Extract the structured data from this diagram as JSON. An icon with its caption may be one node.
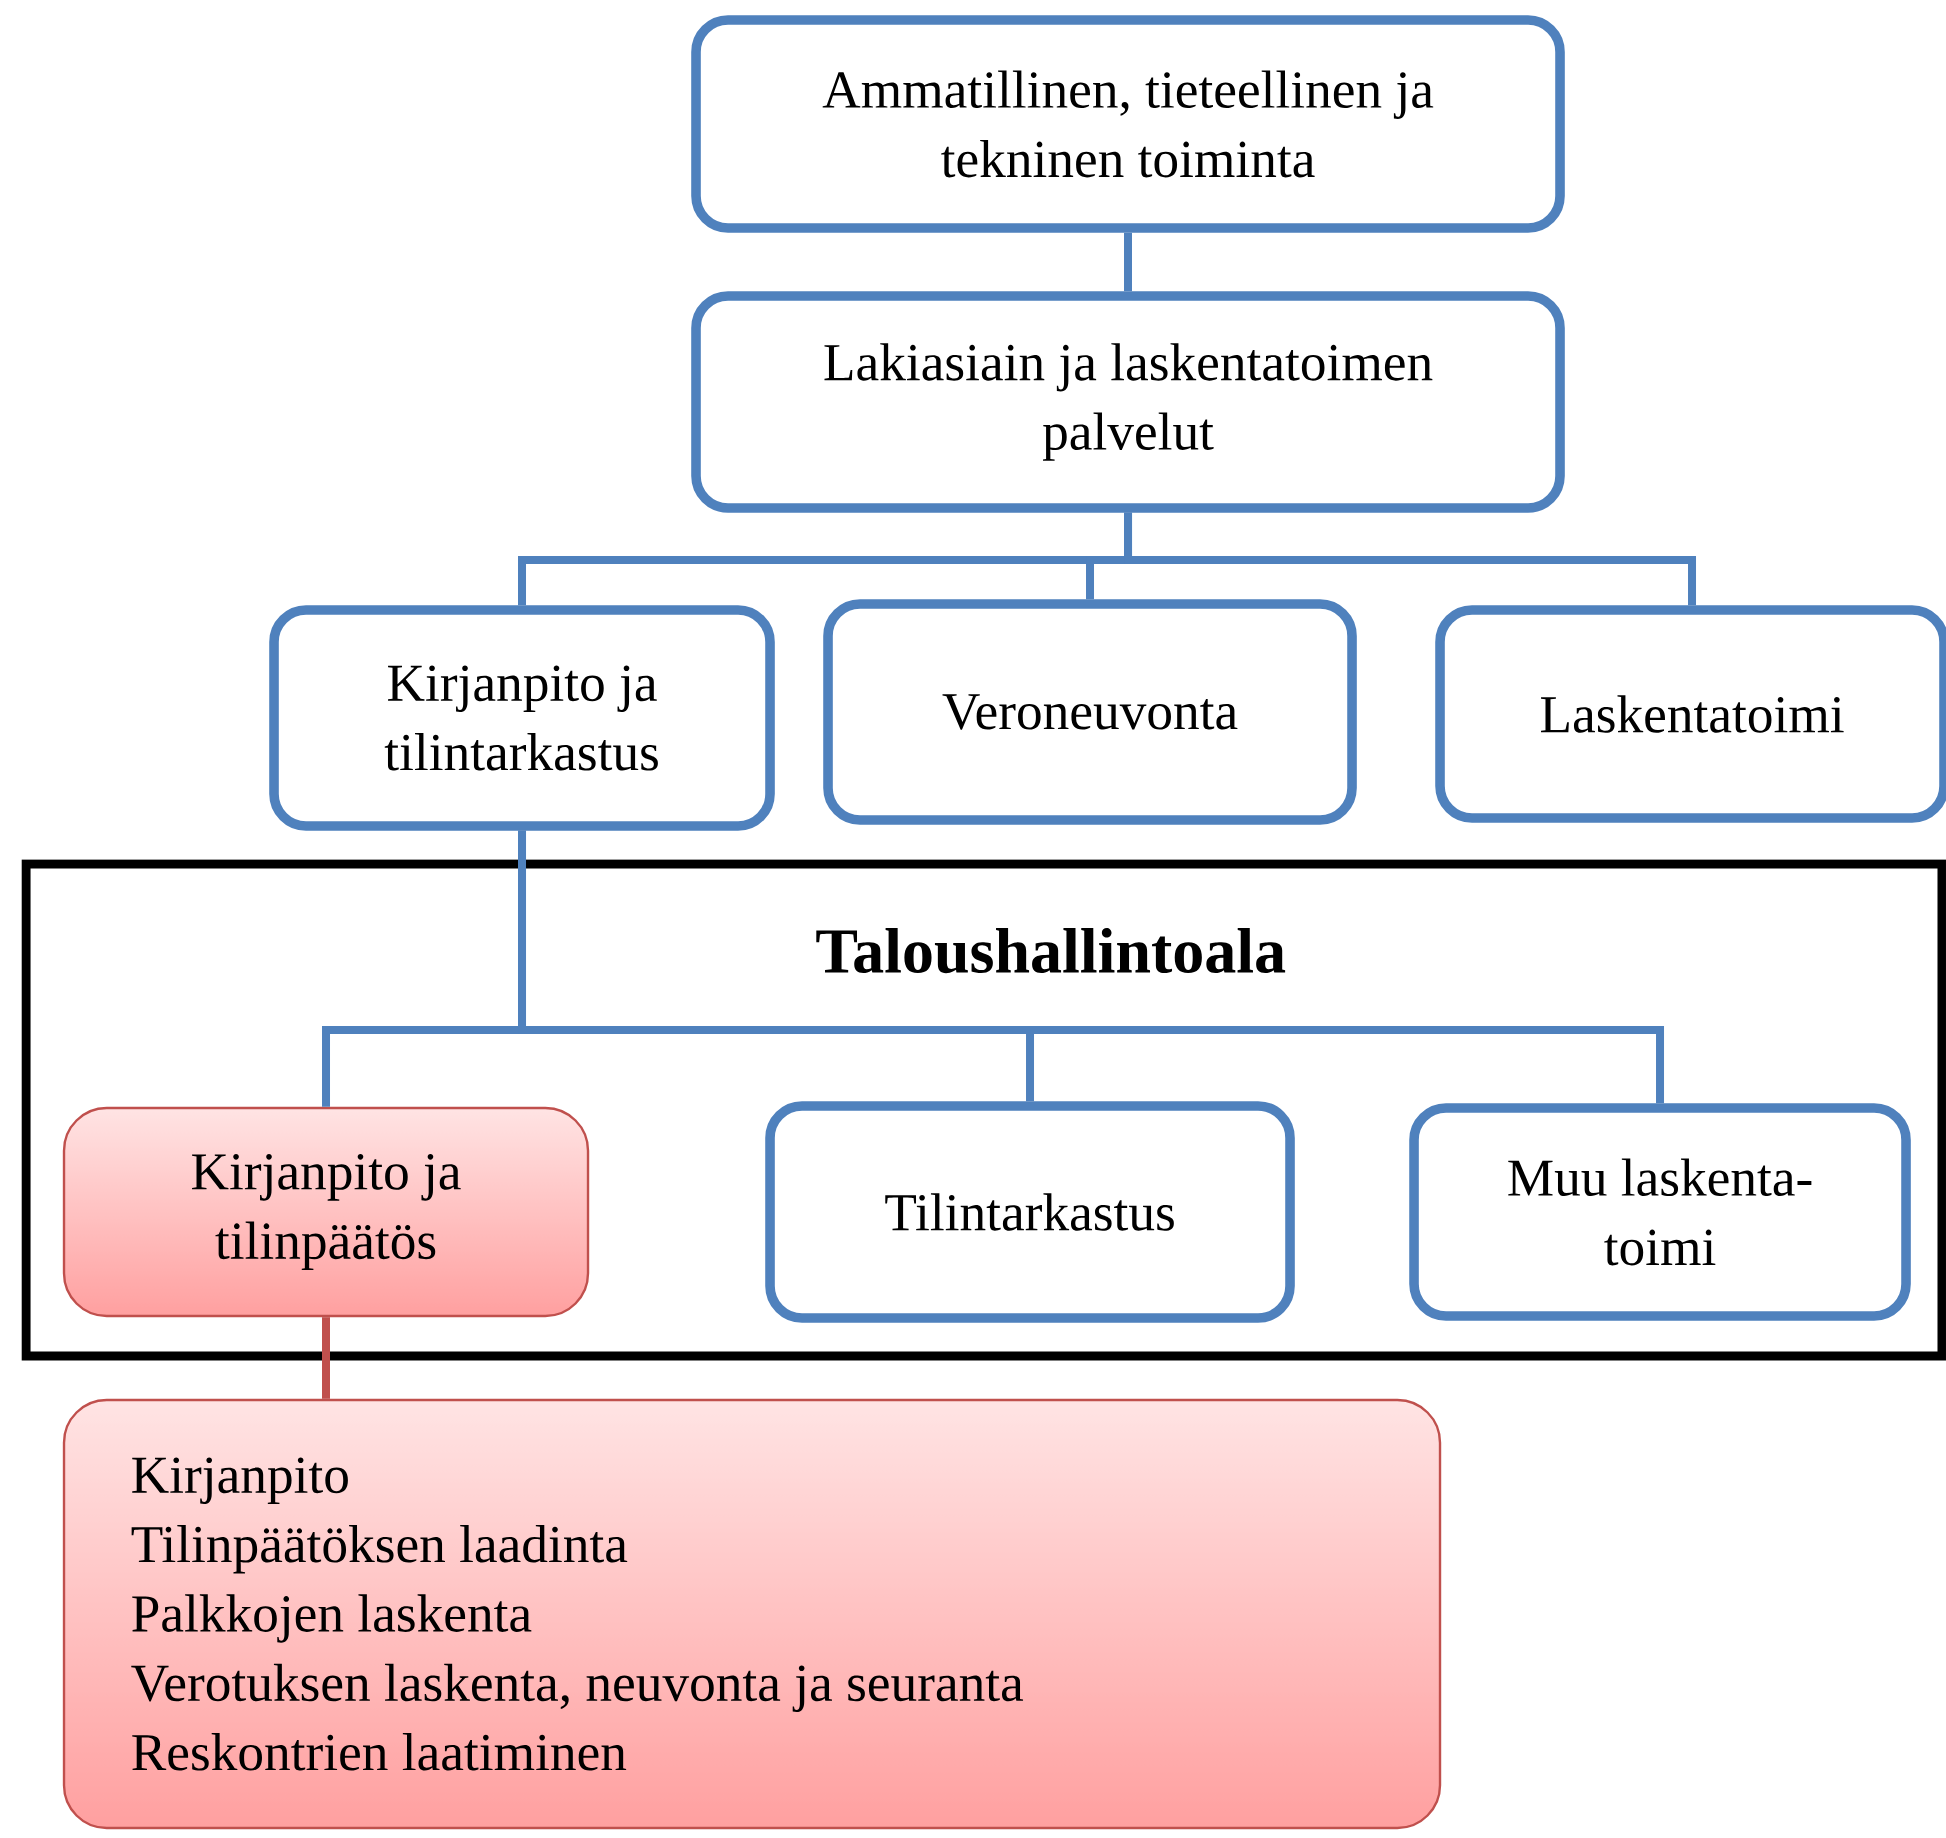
{
  "diagram": {
    "nodes": [
      {
        "text": [
          "Ammatillinen, tieteellinen ja tekninen toiminta"
        ]
      },
      {
        "text": [
          "Lakiasiain ja laskentatoimen palvelut"
        ]
      },
      {
        "text": [
          "Kirjanpito ja tilintarkastus"
        ]
      },
      {
        "text": [
          "Veroneuvonta"
        ]
      },
      {
        "text": [
          "Laskentatoimi"
        ]
      },
      {
        "text": [
          "Taloushallintoala"
        ]
      },
      {
        "text": [
          "Kirjanpito ja tilinpäätös"
        ],
        "in": 5
      },
      {
        "text": [
          "Tilintarkastus"
        ],
        "in": 5
      },
      {
        "text": [
          "Muu laskenta- toimi"
        ],
        "in": 5
      },
      {
        "text": [
          "Kirjanpito",
          "Tilinpäätöksen laadinta",
          "Palkkojen laskenta",
          "Verotuksen laskenta, neuvonta ja seuranta",
          "Reskontrien laatiminen"
        ]
      }
    ],
    "edges": [
      {
        "from": 0,
        "to": 1,
        "arrow": "none"
      },
      {
        "from": 1,
        "to": 2,
        "arrow": "none"
      },
      {
        "from": 1,
        "to": 3,
        "arrow": "none"
      },
      {
        "from": 1,
        "to": 4,
        "arrow": "none"
      },
      {
        "from": 2,
        "to": 6,
        "arrow": "none"
      },
      {
        "from": 2,
        "to": 7,
        "arrow": "none"
      },
      {
        "from": 2,
        "to": 8,
        "arrow": "none"
      },
      {
        "from": 6,
        "to": 9,
        "arrow": "none",
        "color": "#c0504d"
      }
    ]
  }
}
